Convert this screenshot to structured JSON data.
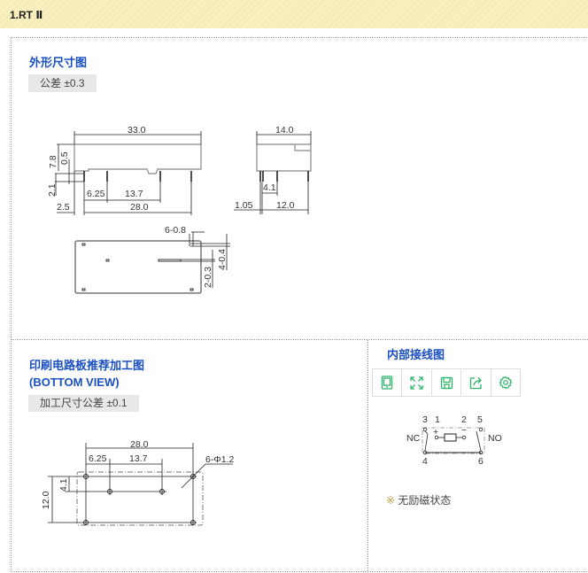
{
  "header": {
    "title": "1.RT Ⅱ"
  },
  "outline": {
    "title": "外形尺寸图",
    "tolerance": "公差 ±0.3",
    "dims": {
      "length": "33.0",
      "height": "7.8",
      "gap": "0.5",
      "pin_len": "2.1",
      "p1": "6.25",
      "p2": "13.7",
      "span": "28.0",
      "offset": "2.5",
      "width": "14.0",
      "row": "4.1",
      "edge": "1.05",
      "row_span": "12.0",
      "pin_size": "6-0.8",
      "pin_a": "2-0.3",
      "pin_b": "4-0.4"
    }
  },
  "pcb": {
    "title": "印刷电路板推荐加工图",
    "subtitle": "(BOTTOM VIEW)",
    "tolerance": "加工尺寸公差 ±0.1",
    "dims": {
      "span": "28.0",
      "p1": "6.25",
      "p2": "13.7",
      "holes": "6-Φ1.2",
      "height": "12.0",
      "row": "4.1"
    }
  },
  "wiring": {
    "title": "内部接线图",
    "pins": {
      "p3": "3",
      "p1": "1",
      "p2": "2",
      "p5": "5",
      "p4": "4",
      "p6": "6",
      "plus": "+",
      "minus": "−"
    },
    "nc": "NC",
    "no": "NO",
    "note_mark": "※",
    "note": "无励磁状态"
  },
  "toolbar": {
    "icons": [
      "tablet-icon",
      "fullscreen-icon",
      "save-icon",
      "share-icon",
      "settings-icon"
    ],
    "color": "#2db56a"
  }
}
